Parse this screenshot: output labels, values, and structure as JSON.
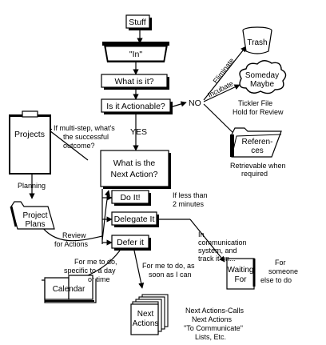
{
  "nodes": {
    "stuff": "Stuff",
    "in": "\"In\"",
    "what_is_it": "What is it?",
    "actionable": "Is it Actionable?",
    "no": "NO",
    "yes": "YES",
    "next_action_1": "What is the",
    "next_action_2": "Next Action?",
    "do_it": "Do It!",
    "delegate": "Delegate It",
    "defer": "Defer it",
    "projects": "Projects",
    "project_plans_1": "Project",
    "project_plans_2": "Plans",
    "trash": "Trash",
    "someday_1": "Someday",
    "someday_2": "Maybe",
    "references_1": "Referen-",
    "references_2": "ces",
    "calendar": "Calendar",
    "next_actions_file_1": "Next",
    "next_actions_file_2": "Actions",
    "waiting_1": "Waiting",
    "waiting_2": "For"
  },
  "labels": {
    "eliminate": "Eliminate",
    "incubate": "Incubate",
    "tickler_1": "Tickler File",
    "tickler_2": "Hold for Review",
    "retrievable_1": "Retrievable when",
    "retrievable_2": "required",
    "multistep_1": "If multi-step, what's",
    "multistep_2": "the successful",
    "multistep_3": "outcome?",
    "planning": "Planning",
    "review_1": "Review",
    "review_2": "for Actions",
    "less_than_1": "If less than",
    "less_than_2": "2 minutes",
    "comm_1": "In",
    "comm_2": "communication",
    "comm_3": "system, and",
    "comm_4": "track it on...",
    "someone_1": "For",
    "someone_2": "someone",
    "someone_3": "else to do",
    "me_day_1": "For me to do,",
    "me_day_2": "specific to a day",
    "me_day_3": "or time",
    "me_soon_1": "For me to do, as",
    "me_soon_2": "soon as I can",
    "lists_1": "Next Actions-Calls",
    "lists_2": "Next Actions",
    "lists_3": "\"To Communicate\"",
    "lists_4": "Lists, Etc."
  }
}
